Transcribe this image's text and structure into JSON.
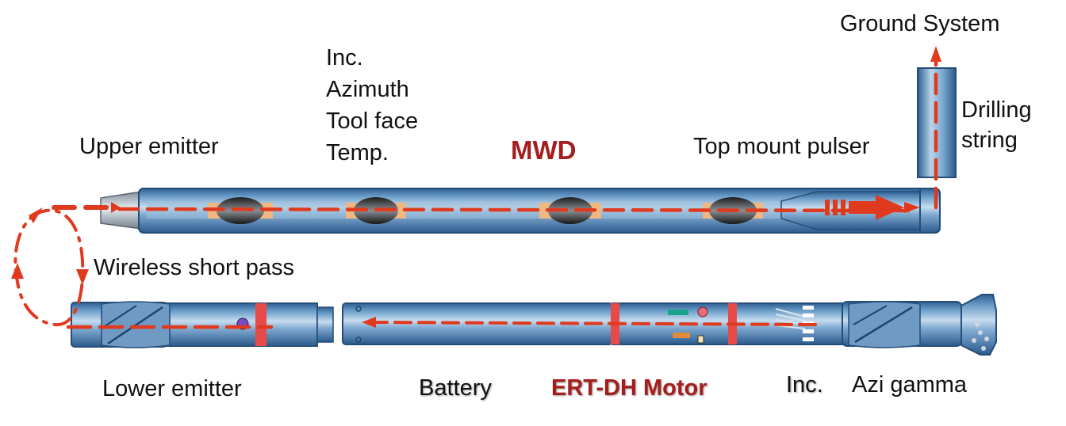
{
  "labels": {
    "ground_system": "Ground System",
    "drilling_string_line1": "Drilling",
    "drilling_string_line2": "string",
    "mwd": "MWD",
    "upper_emitter": "Upper emitter",
    "top_mount_pulser": "Top mount pulser",
    "wireless_short_pass": "Wireless short pass",
    "lower_emitter": "Lower emitter",
    "battery": "Battery",
    "ert_dh_motor": "ERT-DH Motor",
    "inc_lower": "Inc.",
    "azi_gamma": "Azi gamma"
  },
  "sensor_list": [
    "Inc.",
    "Azimuth",
    "Tool face",
    "Temp."
  ],
  "colors": {
    "tube_blue": "#4d7fb0",
    "tube_light": "#b8d3ea",
    "flow_red": "#e03a1e",
    "dark_red_text": "#a51e1e",
    "band_red": "#e84a4a",
    "ring_orange": "#f0b880"
  }
}
